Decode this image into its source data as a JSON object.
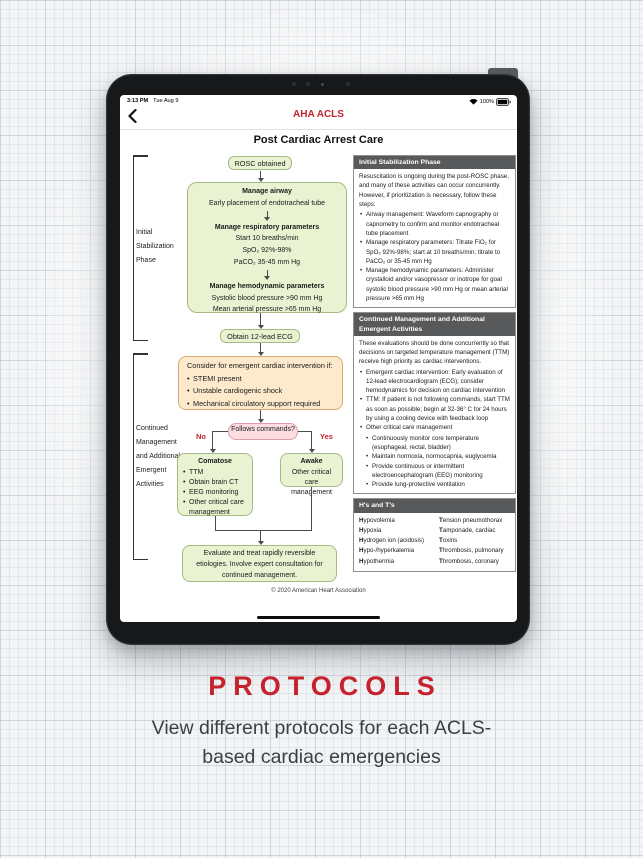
{
  "status_bar": {
    "time": "3:13 PM",
    "date": "Tue Aug 9",
    "battery_percent": "100%"
  },
  "nav": {
    "title": "AHA ACLS"
  },
  "page": {
    "title": "Post Cardiac Arrest Care",
    "copyright": "© 2020 American Heart Association"
  },
  "flowchart": {
    "phase1_label": "Initial Stabilization Phase",
    "phase2_label": "Continued Management and Additional Emergent Activities",
    "rosc": "ROSC obtained",
    "airway": {
      "title": "Manage airway",
      "line": "Early placement of endotracheal tube"
    },
    "respiratory": {
      "title": "Manage respiratory parameters",
      "lines": [
        "Start 10 breaths/min",
        "SpO₂ 92%-98%",
        "PaCO₂ 35-45 mm Hg"
      ]
    },
    "hemodynamic": {
      "title": "Manage hemodynamic parameters",
      "lines": [
        "Systolic blood pressure >90 mm Hg",
        "Mean arterial pressure >65 mm Hg"
      ]
    },
    "ecg": "Obtain 12-lead ECG",
    "intervention": {
      "title": "Consider for emergent cardiac intervention if:",
      "bullets": [
        "STEMI present",
        "Unstable cardiogenic shock",
        "Mechanical circulatory support required"
      ]
    },
    "decision": "Follows commands?",
    "no_label": "No",
    "yes_label": "Yes",
    "comatose": {
      "title": "Comatose",
      "bullets": [
        "TTM",
        "Obtain brain CT",
        "EEG monitoring",
        "Other critical care management"
      ]
    },
    "awake": {
      "title": "Awake",
      "line": "Other critical care management"
    },
    "final": "Evaluate and treat rapidly reversible etiologies. Involve expert consultation for continued management."
  },
  "panel": {
    "s1": {
      "header": "Initial Stabilization Phase",
      "intro": "Resuscitation is ongoing during the post-ROSC phase, and many of these activities can occur concurrently. However, if prioritization is necessary, follow these steps:",
      "bullets": [
        "Airway management: Waveform capnography or capnometry to confirm and monitor endotracheal tube placement",
        "Manage respiratory parameters: Titrate FiO₂ for SpO₂ 92%-98%; start at 10 breaths/min; titrate to PaCO₂ or 35-45 mm Hg",
        "Manage hemodynamic parameters: Administer crystalloid and/or vasopressor or inotrope for goal systolic blood pressure >90 mm Hg or mean arterial pressure >65 mm Hg"
      ]
    },
    "s2": {
      "header": "Continued Management and Additional Emergent Activities",
      "intro": "These evaluations should be done concurrently so that decisions on targeted temperature management (TTM) receive high priority as cardiac interventions.",
      "bullets": [
        "Emergent cardiac intervention: Early evaluation of 12-lead electrocardiogram (ECG); consider hemodynamics for decision on cardiac intervention",
        "TTM: If patient is not following commands, start TTM as soon as possible; begin at 32-36° C for 24 hours by using a cooling device with feedback loop",
        "Other critical care management"
      ],
      "sub_bullets": [
        "Continuously monitor core temperature (esophageal, rectal, bladder)",
        "Maintain normoxia, normocapnia, euglycemia",
        "Provide continuous or intermittent electroencephalogram (EEG) monitoring",
        "Provide lung-protective ventilation"
      ]
    },
    "hs_ts": {
      "header": "H's and T's",
      "rows": [
        {
          "h": "Hypovolemia",
          "t": "Tension pneumothorax"
        },
        {
          "h": "Hypoxia",
          "t": "Tamponade, cardiac"
        },
        {
          "h": "Hydrogen ion (acidosis)",
          "t": "Toxins"
        },
        {
          "h": "Hypo-/hyperkalemia",
          "t": "Thrombosis, pulmonary"
        },
        {
          "h": "Hypothermia",
          "t": "Thrombosis, coronary"
        }
      ]
    }
  },
  "marketing": {
    "headline": "PROTOCOLS",
    "subtitle_line1": "View different protocols for each ACLS-",
    "subtitle_line2": "based cardiac emergencies"
  },
  "colors": {
    "brand_red": "#c5222e",
    "nav_red": "#c2242d",
    "panel_header_gray": "#58595b",
    "flow_green_fill": "#e9f3d2",
    "flow_green_border": "#a6bb83",
    "flow_orange_fill": "#fdeacc",
    "flow_orange_border": "#d9ab72",
    "flow_pink_fill": "#fbdde2",
    "flow_pink_border": "#dd9dac"
  }
}
